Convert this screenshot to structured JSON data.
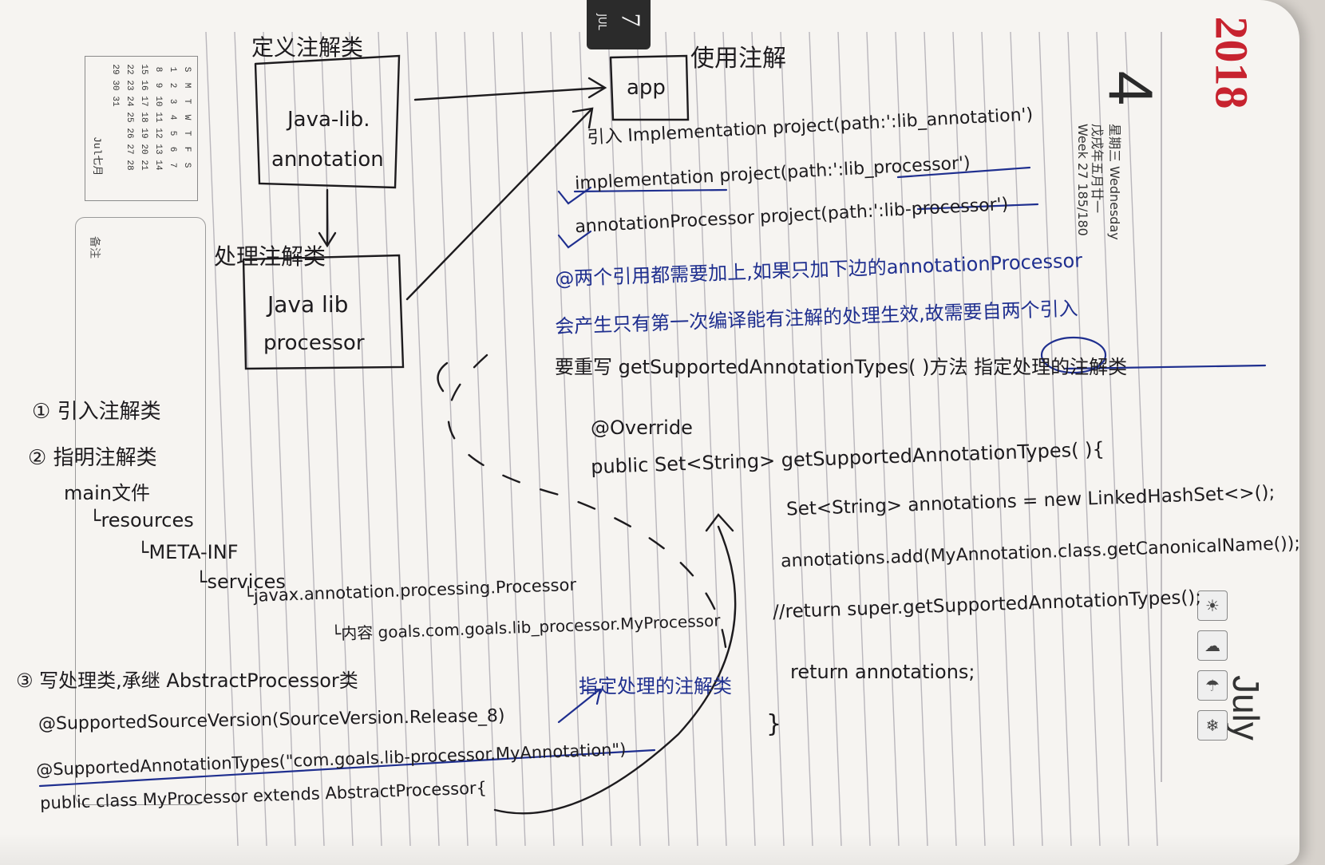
{
  "tab": {
    "day": "7",
    "month": "JUL"
  },
  "calendar": {
    "title": "Jul七月",
    "headers": [
      "S",
      "M",
      "T",
      "W",
      "T",
      "F",
      "S"
    ],
    "weeks": [
      [
        "1",
        "2",
        "3",
        "4",
        "5",
        "6",
        "7"
      ],
      [
        "8",
        "9",
        "10",
        "11",
        "12",
        "13",
        "14"
      ],
      [
        "15",
        "16",
        "17",
        "18",
        "19",
        "20",
        "21"
      ],
      [
        "22",
        "23",
        "24",
        "25",
        "26",
        "27",
        "28"
      ],
      [
        "29",
        "30",
        "31",
        "",
        "",
        "",
        ""
      ]
    ]
  },
  "memo": {
    "label": "备注"
  },
  "date_header": {
    "brand": "2018",
    "day_number": "4",
    "weekday": "星期三  Wednesday",
    "lunar": "戊戌年五月廿一",
    "week": "Week 27  185/180",
    "month_side": "July"
  },
  "notes": {
    "define_label": "定义注解类",
    "box1_line1": "Java-lib.",
    "box1_line2": "annotation",
    "process_label": "处理注解类",
    "box2_line1": "Java lib",
    "box2_line2": "processor",
    "app_box": "app",
    "use_label": "使用注解",
    "line_impl1": "引入 Implementation project(path:':lib_annotation')",
    "line_impl2": "implementation project(path:':lib_processor')",
    "line_ap": "annotationProcessor project(path:':lib-processor')",
    "blue_note1": "@两个引用都需要加上,如果只加下边的annotationProcessor",
    "blue_note2": "会产生只有第一次编译能有注解的处理生效,故需要自两个引入",
    "override_intro": "要重写 getSupportedAnnotationTypes( )方法 指定处理的注解类",
    "code1": "@Override",
    "code2": "public Set<String> getSupportedAnnotationTypes( ){",
    "code3": "Set<String> annotations = new LinkedHashSet<>();",
    "code4": "annotations.add(MyAnnotation.class.getCanonicalName());",
    "code5": "//return super.getSupportedAnnotationTypes();",
    "code6": "return annotations;",
    "code7": "}",
    "step1": "① 引入注解类",
    "step2": "② 指明注解类",
    "tree1": "main文件",
    "tree2": "└resources",
    "tree3": "└META-INF",
    "tree4": "└services",
    "tree5": "└javax.annotation.processing.Processor",
    "tree6": "└内容 goals.com.goals.lib_processor.MyProcessor",
    "step3": "③ 写处理类,承继 AbstractProcessor类",
    "anno1": "@SupportedSourceVersion(SourceVersion.Release_8)",
    "anno2": "@SupportedAnnotationTypes(\"com.goals.lib-processor.MyAnnotation\")",
    "anno3": "public class MyProcessor extends AbstractProcessor{",
    "blue_side": "指定处理的注解类"
  },
  "colors": {
    "ink": "#1d1b1e",
    "blue_ink": "#1f2f8f",
    "brand_red": "#c7232f",
    "paper": "#f6f4f1"
  }
}
